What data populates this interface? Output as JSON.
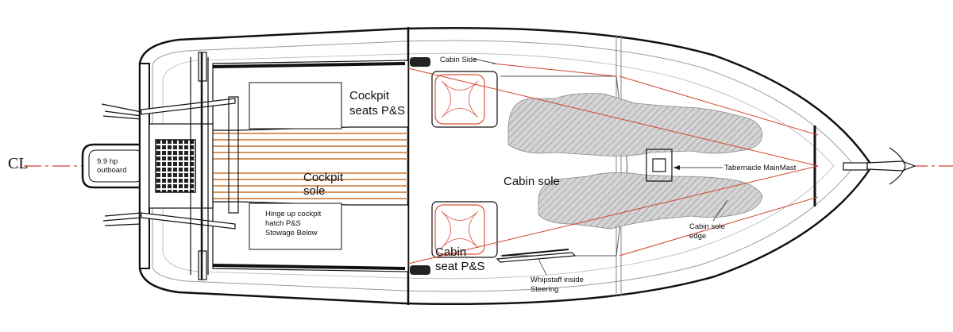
{
  "labels": {
    "centerline": "CL",
    "outboard_line1": "9.9 hp",
    "outboard_line2": "outboard",
    "cockpit_seats_line1": "Cockpit",
    "cockpit_seats_line2": "seats P&S",
    "cockpit_sole_line1": "Cockpit",
    "cockpit_sole_line2": "sole",
    "hatch_line1": "Hinge up cockpit",
    "hatch_line2": "hatch P&S",
    "hatch_line3": "Stowage Below",
    "cabin_side": "Cabin Side",
    "cabin_sole": "Cabin sole",
    "cabin_seat_line1": "Cabin",
    "cabin_seat_line2": "seat P&S",
    "whipstaff_line1": "Whipstaff inside",
    "whipstaff_line2": "Steering",
    "tabernacle": "Tabernacle MainMast",
    "cabin_sole_edge_line1": "Cabin sole",
    "cabin_sole_edge_line2": "edge"
  },
  "colors": {
    "outline": "#111111",
    "construction_red": "#d0452a",
    "slat_orange": "#c8742e",
    "grey_line": "#9a9a9a",
    "figure_fill": "#c9c9c9",
    "cushion_red": "#d9503a"
  }
}
